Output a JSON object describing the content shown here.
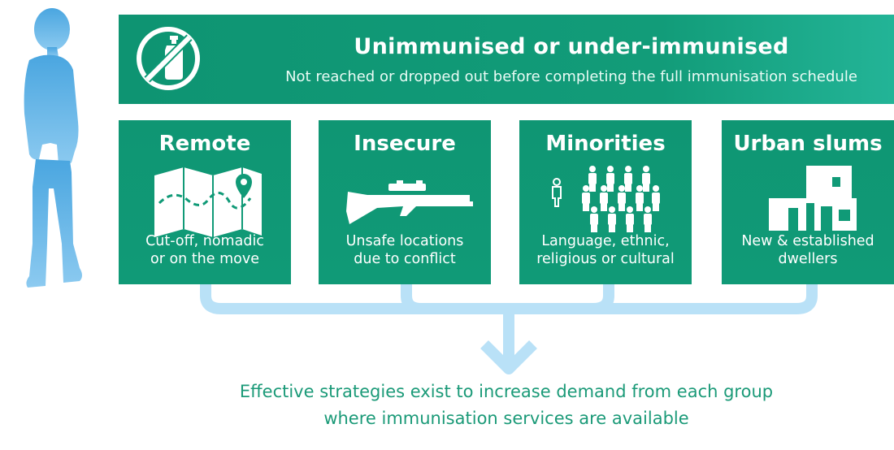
{
  "header": {
    "title": "Unimmunised or under-immunised",
    "subtitle": "Not reached or dropped out before completing the full immunisation schedule",
    "icon": "no-vaccine-icon"
  },
  "groups": [
    {
      "title": "Remote",
      "line1": "Cut-off, nomadic",
      "line2": "or on the move",
      "icon": "map-icon"
    },
    {
      "title": "Insecure",
      "line1": "Unsafe locations",
      "line2": "due to conflict",
      "icon": "rifle-icon"
    },
    {
      "title": "Minorities",
      "line1": "Language, ethnic,",
      "line2": "religious or cultural",
      "icon": "people-group-icon"
    },
    {
      "title": "Urban slums",
      "line1": "New & established",
      "line2": "dwellers",
      "icon": "buildings-icon"
    }
  ],
  "footer": {
    "line1": "Effective strategies exist to increase demand from each group",
    "line2": "where immunisation services are available"
  },
  "colors": {
    "primary": "#109a77",
    "connector": "#b9e1f7",
    "child": "#5fb2e4"
  }
}
